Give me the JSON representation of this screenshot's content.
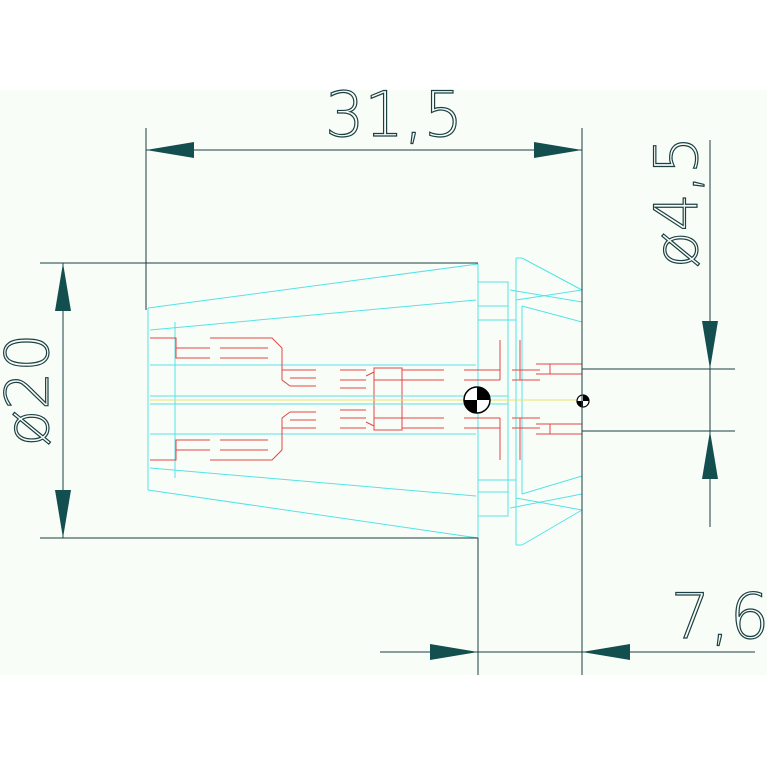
{
  "dimensions": {
    "overall_length": "31,5",
    "outer_diameter": "ø20",
    "bore_diameter": "ø4,5",
    "nose_length": "7,6"
  },
  "colors": {
    "sheet": "#f9fdf8",
    "dimension_line": "#1b3f42",
    "arrowhead": "#144f4f",
    "collet_outline": "#55e3e6",
    "slots": "#e24545",
    "centerline": "#e6e36a"
  }
}
